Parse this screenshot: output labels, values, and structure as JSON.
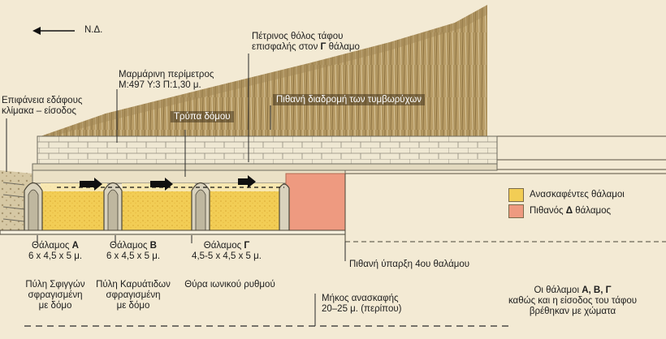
{
  "direction": {
    "label": "Ν.Δ."
  },
  "labels": {
    "surface": [
      "Επιφάνεια εδάφους",
      "κλίμακα – είσοδος"
    ],
    "perimeter": [
      "Μαρμάρινη περίμετρος",
      "Μ:497  Υ:3  Π:1,30 μ."
    ],
    "vault": [
      "Πέτρινος θόλος τάφου",
      "επισφαλής στον ",
      "Γ",
      " θάλαμο"
    ],
    "dome_hole": "Τρύπα δόμου",
    "robber_path": "Πιθανή διαδρομή των τυμβωρύχων",
    "fourth_chamber": "Πιθανή ύπαρξη 4ου θαλάμου",
    "excavation": [
      "Μήκος ανασκαφής",
      "20–25 μ. (περίπου)"
    ],
    "note": [
      "Οι θάλαμοι ",
      "Α, Β, Γ",
      "καθώς και η είσοδος του τάφου",
      "βρέθηκαν με χώματα"
    ]
  },
  "chambers": [
    {
      "title": "Θάλαμος ",
      "letter": "Α",
      "dims": "6 x 4,5 x 5 μ.",
      "desc": [
        "Πύλη Σφιγγών",
        "σφραγισμένη",
        "με δόμο"
      ]
    },
    {
      "title": "Θάλαμος ",
      "letter": "Β",
      "dims": "6 x 4,5 x 5 μ.",
      "desc": [
        "Πύλη Καρυάτιδων",
        "σφραγισμένη",
        "με δόμο"
      ]
    },
    {
      "title": "Θάλαμος ",
      "letter": "Γ",
      "dims": "4,5-5 x 4,5 x 5 μ.",
      "desc": [
        "Θύρα ιωνικού ρυθμού"
      ]
    }
  ],
  "legend": [
    {
      "label": "Ανασκαφέντες θάλαμοι",
      "color": "#f2cd55"
    },
    {
      "label_prefix": "Πιθανός ",
      "letter": "Δ",
      "label_suffix": " θάλαμος",
      "color": "#ee9a80"
    }
  ],
  "colors": {
    "background": "#f3ead4",
    "mound": "#b59a63",
    "wall": "#ede5cf",
    "excavated": "#f2cd55",
    "probable": "#ee9a80"
  }
}
